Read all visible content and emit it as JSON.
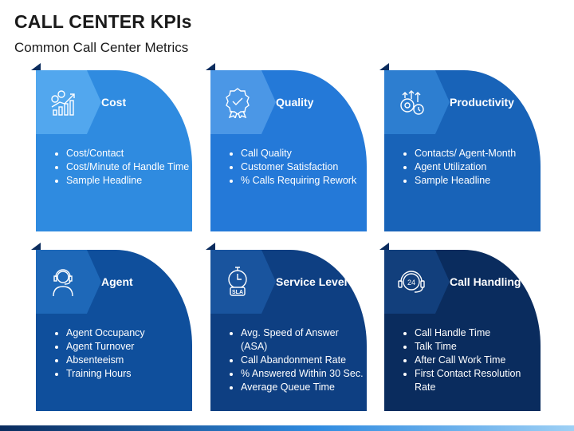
{
  "header": {
    "title": "CALL CENTER KPIs",
    "subtitle": "Common Call Center Metrics"
  },
  "cards": [
    {
      "heading": "Cost",
      "icon": "money-growth-icon",
      "items": [
        "Cost/Contact",
        "Cost/Minute of Handle Time",
        "Sample Headline"
      ]
    },
    {
      "heading": "Quality",
      "icon": "quality-badge-icon",
      "items": [
        "Call Quality",
        "Customer Satisfaction",
        "% Calls Requiring Rework"
      ]
    },
    {
      "heading": "Productivity",
      "icon": "productivity-gears-icon",
      "items": [
        "Contacts/ Agent-Month",
        "Agent Utilization",
        "Sample Headline"
      ]
    },
    {
      "heading": "Agent",
      "icon": "headset-agent-icon",
      "items": [
        "Agent Occupancy",
        "Agent Turnover",
        "Absenteeism",
        "Training Hours"
      ]
    },
    {
      "heading": "Service Level",
      "icon": "sla-stopwatch-icon",
      "items": [
        "Avg. Speed of Answer (ASA)",
        "Call Abandonment Rate",
        "% Answered Within 30 Sec.",
        "Average Queue Time"
      ]
    },
    {
      "heading": "Call Handling",
      "icon": "24h-support-icon",
      "items": [
        "Call Handle Time",
        "Talk Time",
        "After Call Work Time",
        "First Contact Resolution Rate"
      ]
    }
  ],
  "icon_badge_text": "SLA",
  "icon_24_text": "24"
}
